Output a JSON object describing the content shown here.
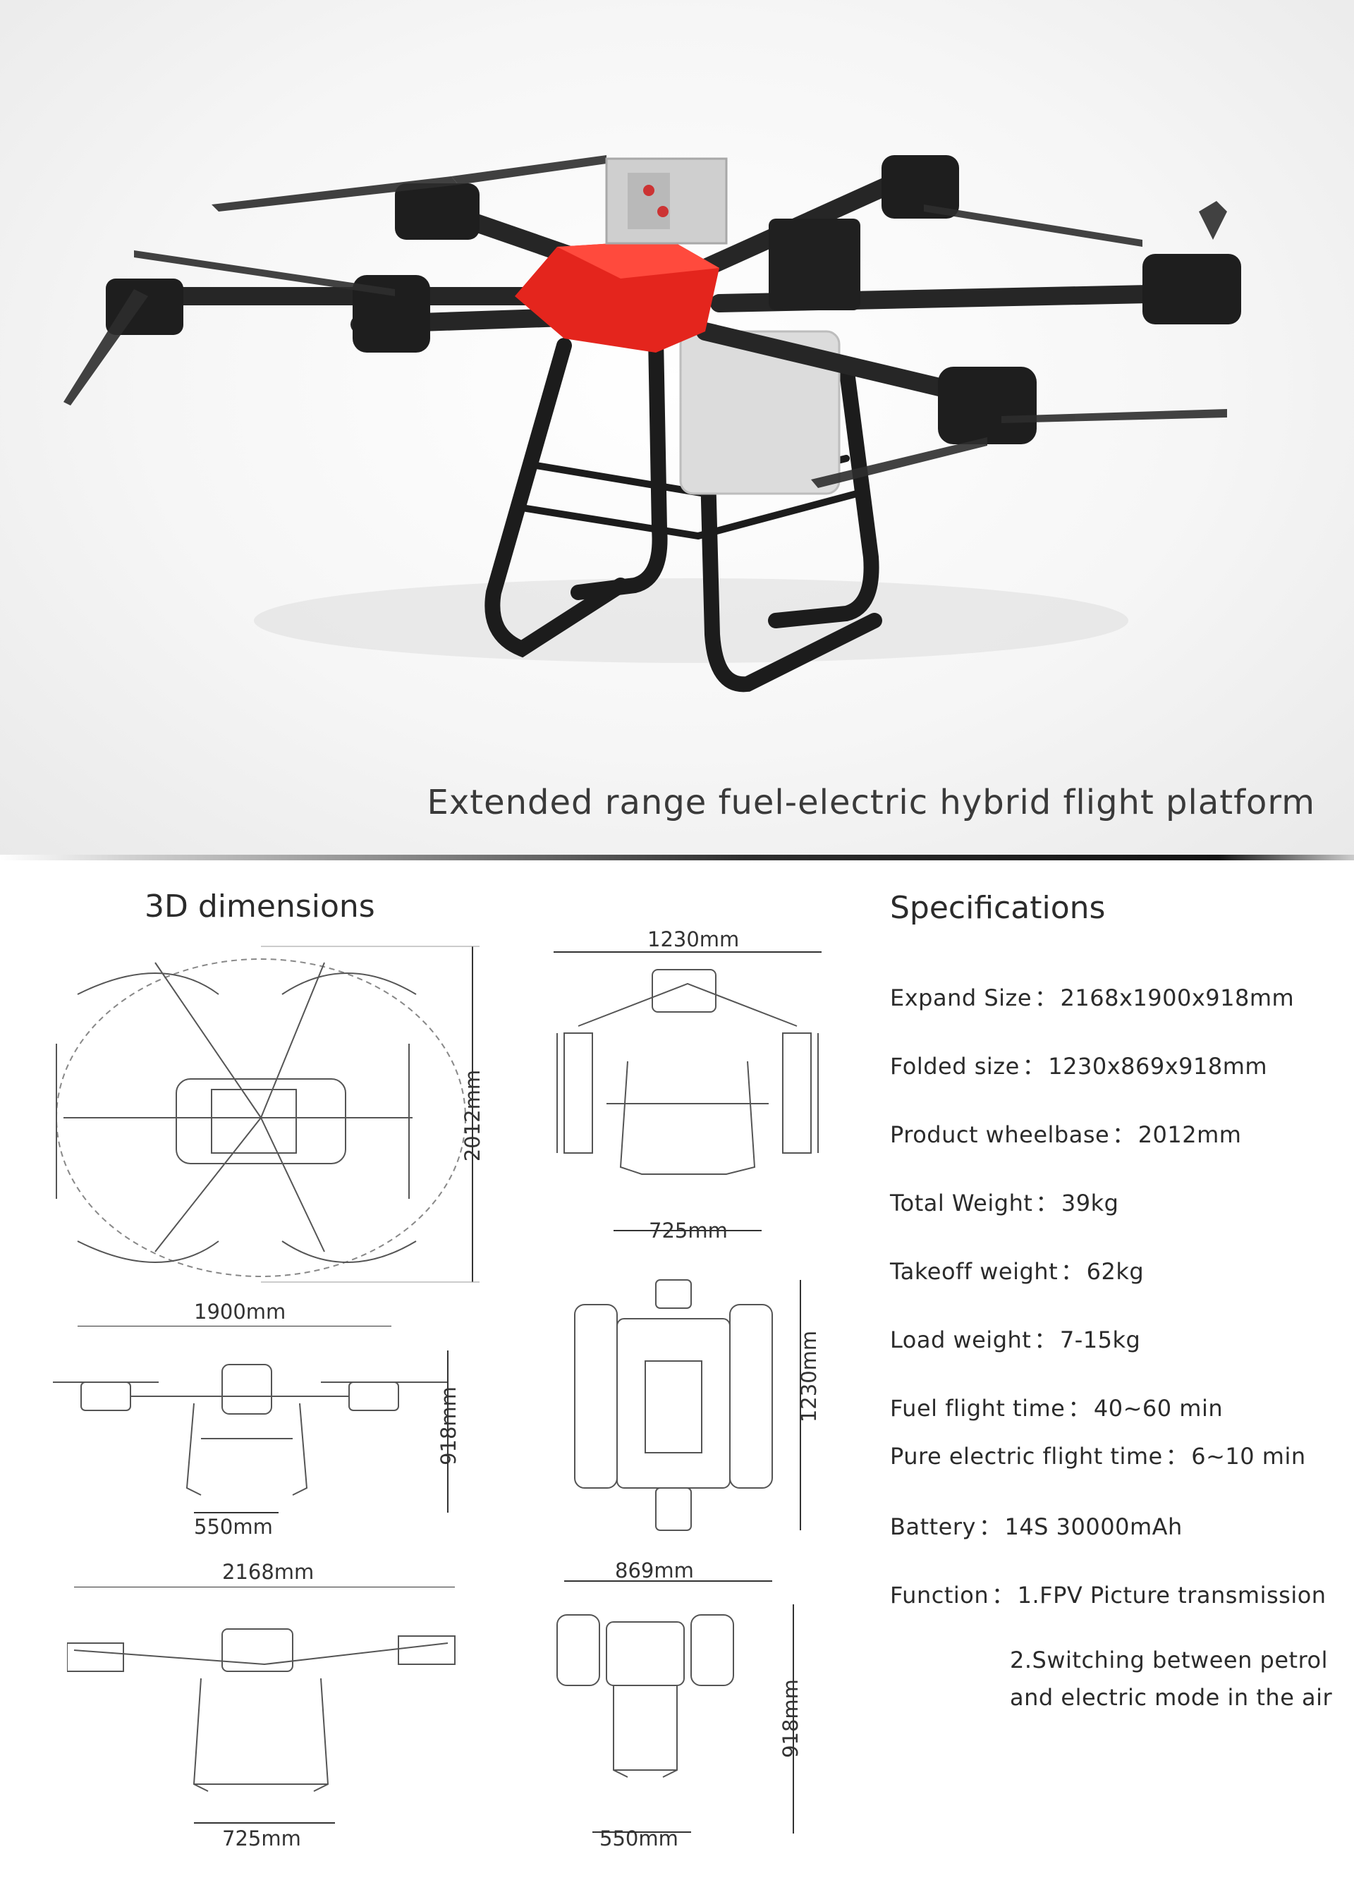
{
  "hero": {
    "caption": "Extended range fuel-electric hybrid flight platform"
  },
  "dimensions": {
    "title": "3D dimensions",
    "labels": {
      "top_height": "2012mm",
      "front_width": "1230mm",
      "front_gear": "725mm",
      "side_width": "1900mm",
      "side_height": "918mm",
      "side_gear": "550mm",
      "folded_length": "1230mm",
      "folded_width": "869mm",
      "front_span": "2168mm",
      "front_span_gear": "725mm",
      "folded_side_height": "918mm",
      "folded_side_gear": "550mm"
    }
  },
  "specifications": {
    "title": "Specifications",
    "items": [
      {
        "label": "Expand Size",
        "sep": "：",
        "value": "2168x1900x918mm"
      },
      {
        "label": "Folded size",
        "sep": "：",
        "value": "1230x869x918mm"
      },
      {
        "label": "Product wheelbase",
        "sep": "：",
        "value": "2012mm"
      },
      {
        "label": "Total Weight",
        "sep": "：",
        "value": "39kg"
      },
      {
        "label": "Takeoff weight",
        "sep": "：",
        "value": "62kg"
      },
      {
        "label": "Load weight",
        "sep": "：",
        "value": "7-15kg"
      },
      {
        "label": "Fuel flight time",
        "sep": "：",
        "value": "40~60 min"
      },
      {
        "label": "Pure electric flight time",
        "sep": "：",
        "value": "6~10 min"
      },
      {
        "label": "Battery",
        "sep": "：",
        "value": "14S 30000mAh"
      },
      {
        "label": "Function",
        "sep": "：",
        "value": "1.FPV Picture transmission"
      }
    ],
    "function_extra": [
      "2.Switching between petrol",
      "and electric mode in the air"
    ]
  }
}
